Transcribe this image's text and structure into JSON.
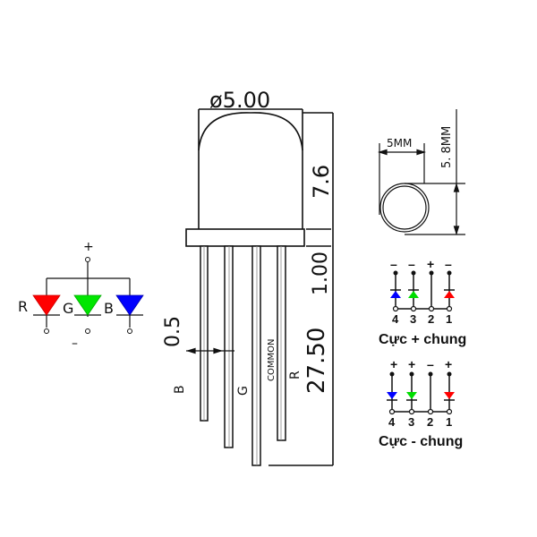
{
  "led_drawing": {
    "diameter_label": "ø5.00",
    "body_height_label": "7.6",
    "flange_label": "1.00",
    "lead_length_label": "27.50",
    "pin_spacing_label": "0.5",
    "pins": [
      {
        "label": "B"
      },
      {
        "label": "G"
      },
      {
        "label": "COMMON"
      },
      {
        "label": "R"
      }
    ]
  },
  "schematic": {
    "anode_label": "+",
    "cathode_label": "–",
    "diodes": [
      {
        "label": "R",
        "color": "#ff0000"
      },
      {
        "label": "G",
        "color": "#00e600"
      },
      {
        "label": "B",
        "color": "#0000ff"
      }
    ]
  },
  "top_view": {
    "width_label": "5MM",
    "height_label": "5. 8MM"
  },
  "pinout_common_anode": {
    "title": "Cực + chung",
    "polarity": [
      "–",
      "–",
      "+",
      "–"
    ],
    "pin_numbers": [
      "4",
      "3",
      "2",
      "1"
    ],
    "colors": [
      "#0000ff",
      "#00dd00",
      null,
      "#ff0000"
    ]
  },
  "pinout_common_cathode": {
    "title": "Cực - chung",
    "polarity": [
      "+",
      "+",
      "–",
      "+"
    ],
    "pin_numbers": [
      "4",
      "3",
      "2",
      "1"
    ],
    "colors": [
      "#0000ff",
      "#00dd00",
      null,
      "#ff0000"
    ]
  }
}
